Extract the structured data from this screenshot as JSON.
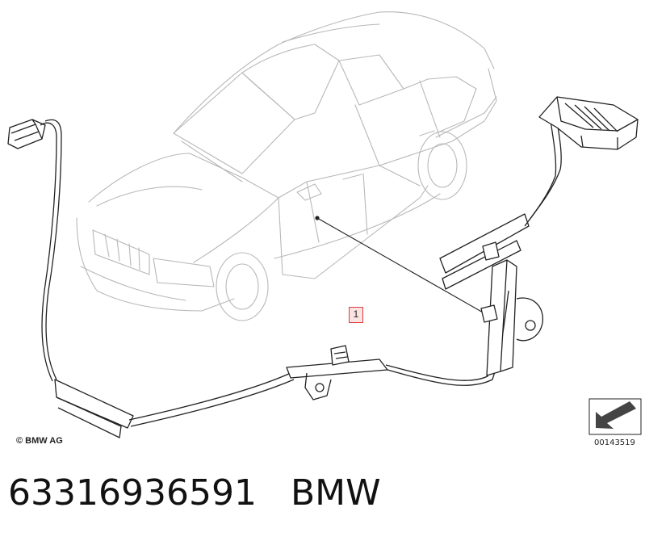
{
  "diagram": {
    "copyright": "© BMW AG",
    "reference_code": "00143519",
    "callout_number": "1"
  },
  "caption": {
    "part_number": "63316936591",
    "brand": "BMW"
  }
}
